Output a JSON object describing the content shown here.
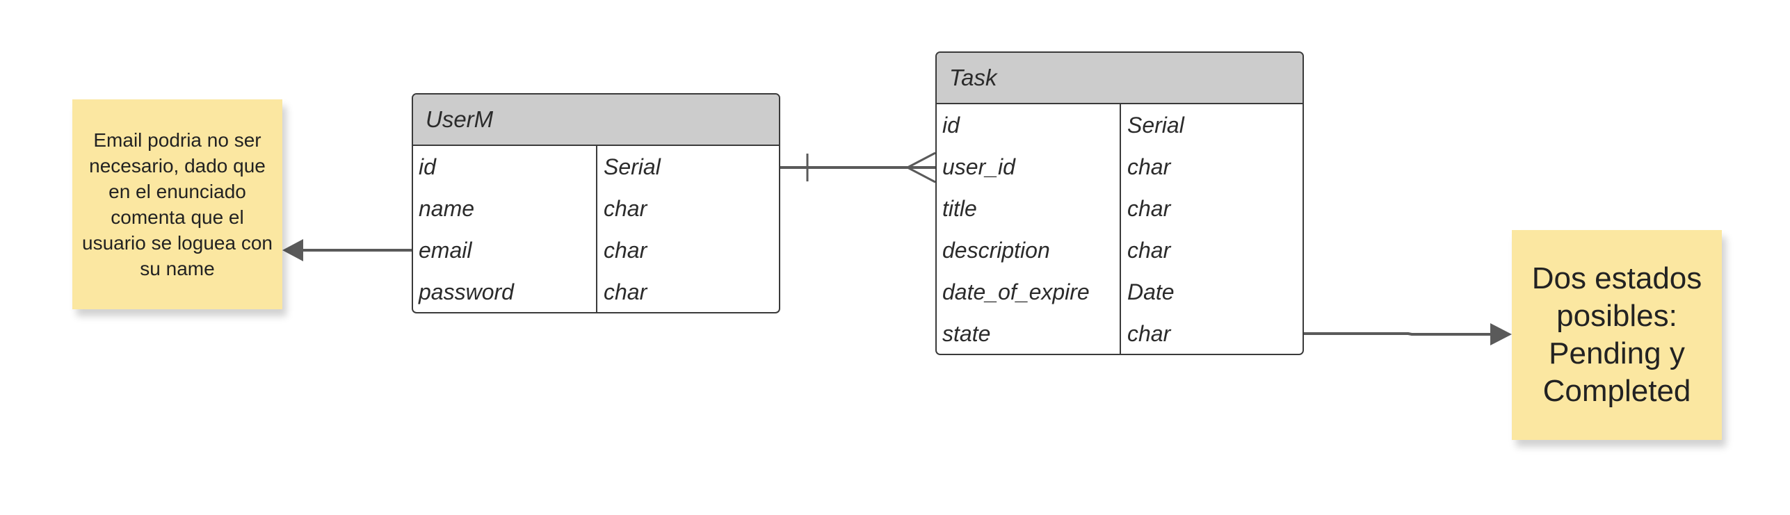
{
  "entities": {
    "user": {
      "title": "UserM",
      "fields": [
        {
          "name": "id",
          "type": "Serial"
        },
        {
          "name": "name",
          "type": "char"
        },
        {
          "name": "email",
          "type": "char"
        },
        {
          "name": "password",
          "type": "char"
        }
      ]
    },
    "task": {
      "title": "Task",
      "fields": [
        {
          "name": "id",
          "type": "Serial"
        },
        {
          "name": "user_id",
          "type": "char"
        },
        {
          "name": "title",
          "type": "char"
        },
        {
          "name": "description",
          "type": "char"
        },
        {
          "name": "date_of_expire",
          "type": "Date"
        },
        {
          "name": "state",
          "type": "char"
        }
      ]
    }
  },
  "notes": {
    "email": "Email podria no ser necesario, dado que en el enunciado comenta que el usuario se loguea con su name",
    "states": "Dos estados posibles: Pending y Completed"
  },
  "relationship": {
    "from": "UserM.id",
    "to": "Task.user_id",
    "cardinality": "one-to-many"
  },
  "colors": {
    "header_fill": "#cccccc",
    "border": "#3a3a3a",
    "connector": "#5a5a5a",
    "sticky_fill": "#fbe7a1"
  }
}
